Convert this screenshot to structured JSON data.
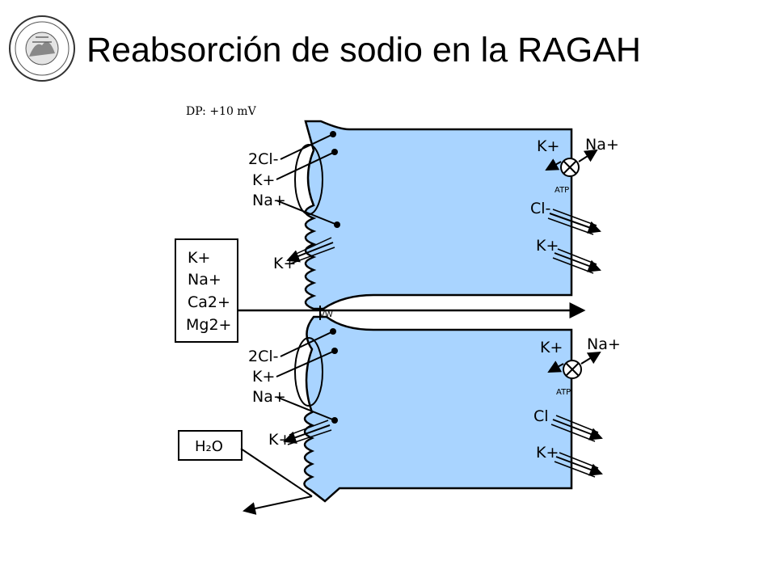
{
  "title": "Reabsorción de sodio en la RAGAH",
  "potential_label": "DP: +10 mV",
  "lumen_box": {
    "ions": [
      "K+",
      "Na+",
      "Ca2+",
      "Mg2+"
    ]
  },
  "water_label": "H₂O",
  "upper_cell": {
    "apical": {
      "cotransporter": [
        "2Cl-",
        "K+",
        "Na+"
      ],
      "channel": "K+"
    },
    "basolateral": {
      "pump_k": "K+",
      "pump_na": "Na+",
      "atp": "ATP",
      "cl_channel": "Cl-",
      "k_channel": "K+"
    }
  },
  "lower_cell": {
    "apical": {
      "cotransporter": [
        "2Cl-",
        "K+",
        "Na+"
      ],
      "channel": "K+"
    },
    "basolateral": {
      "pump_k": "K+",
      "pump_na": "Na+",
      "atp": "ATP",
      "cl_channel": "Cl",
      "k_channel": "K+"
    }
  },
  "colors": {
    "cell_fill": "#a9d4ff",
    "outline": "#000000",
    "potential_text": "#e05050"
  }
}
